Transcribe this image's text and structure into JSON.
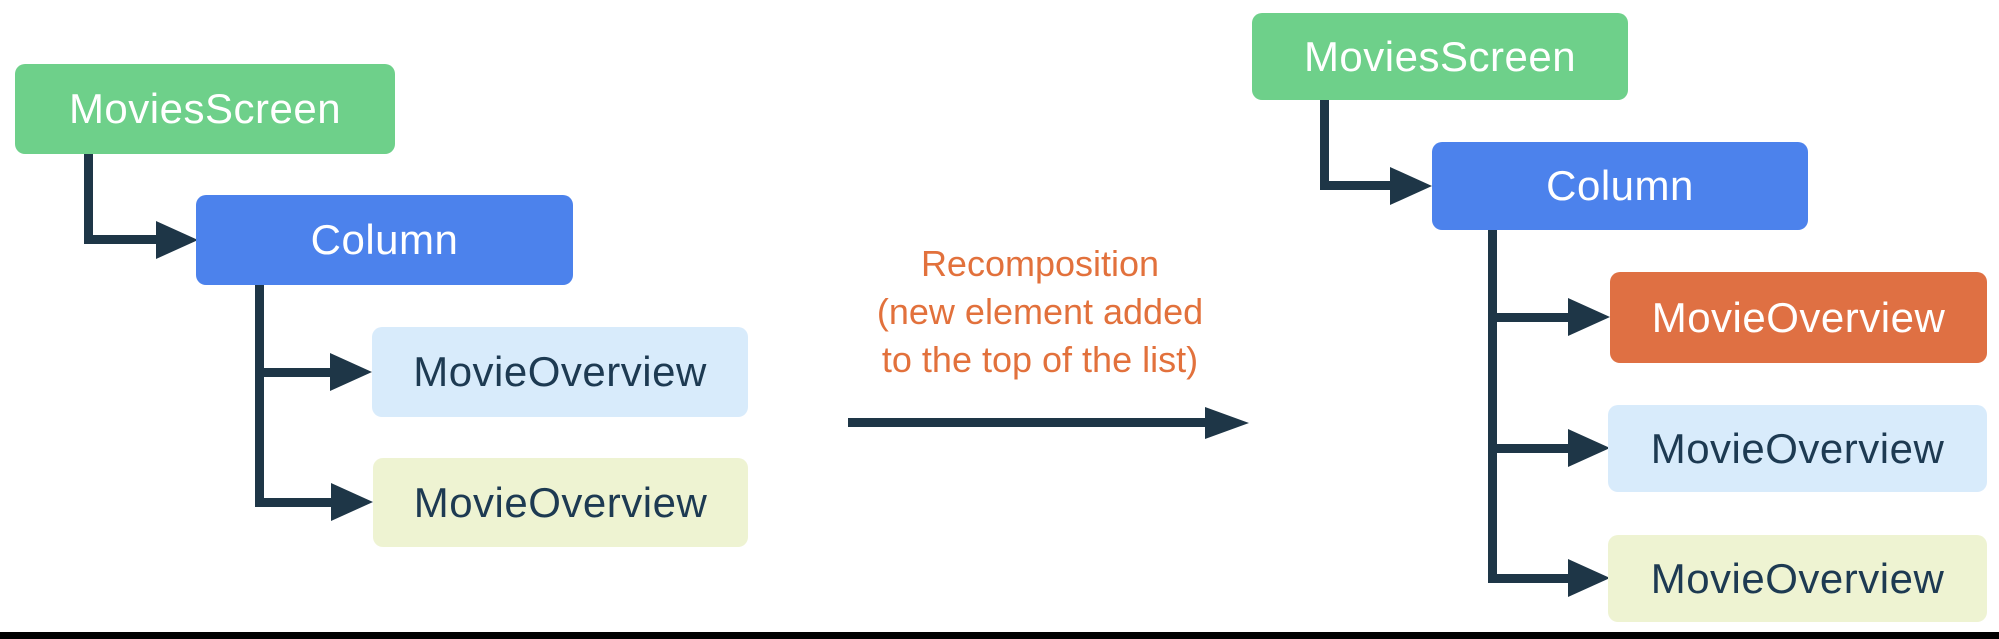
{
  "annotation": {
    "line1": "Recomposition",
    "line2": "(new element added",
    "line3": "to the top of the list)"
  },
  "left_tree": {
    "movies_screen": "MoviesScreen",
    "column": "Column",
    "movie_overview_1": "MovieOverview",
    "movie_overview_2": "MovieOverview"
  },
  "right_tree": {
    "movies_screen": "MoviesScreen",
    "column": "Column",
    "movie_overview_new": "MovieOverview",
    "movie_overview_1": "MovieOverview",
    "movie_overview_2": "MovieOverview"
  },
  "colors": {
    "green_node": "#6ED08A",
    "blue_node": "#4C82EC",
    "orange_node": "#DF7043",
    "light_blue_node": "#D8EBFB",
    "light_yellow_node": "#EEF3D2",
    "annotation_text": "#E2713C",
    "connector": "#1E3647",
    "dark_node_text": "#1D3A52",
    "bottom_border": "#000000"
  }
}
